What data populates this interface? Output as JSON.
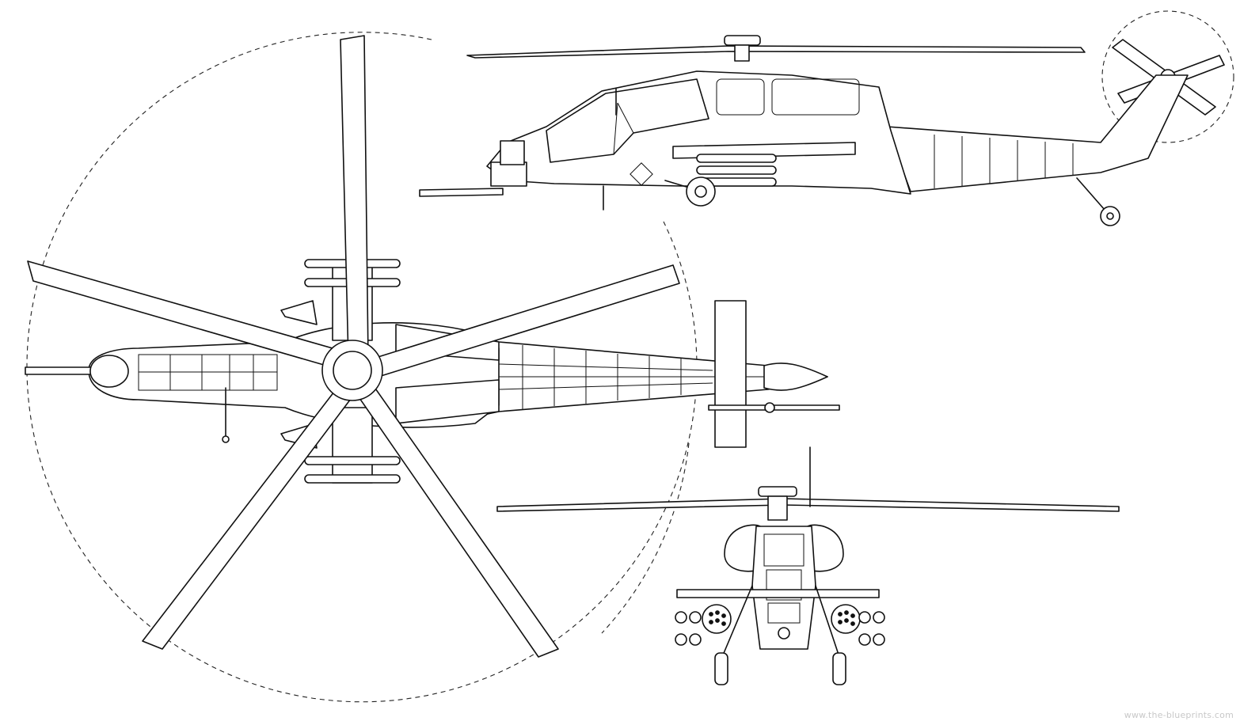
{
  "watermark": "www.the-blueprints.com",
  "views": [
    {
      "name": "top-view"
    },
    {
      "name": "side-view"
    },
    {
      "name": "front-view"
    }
  ]
}
